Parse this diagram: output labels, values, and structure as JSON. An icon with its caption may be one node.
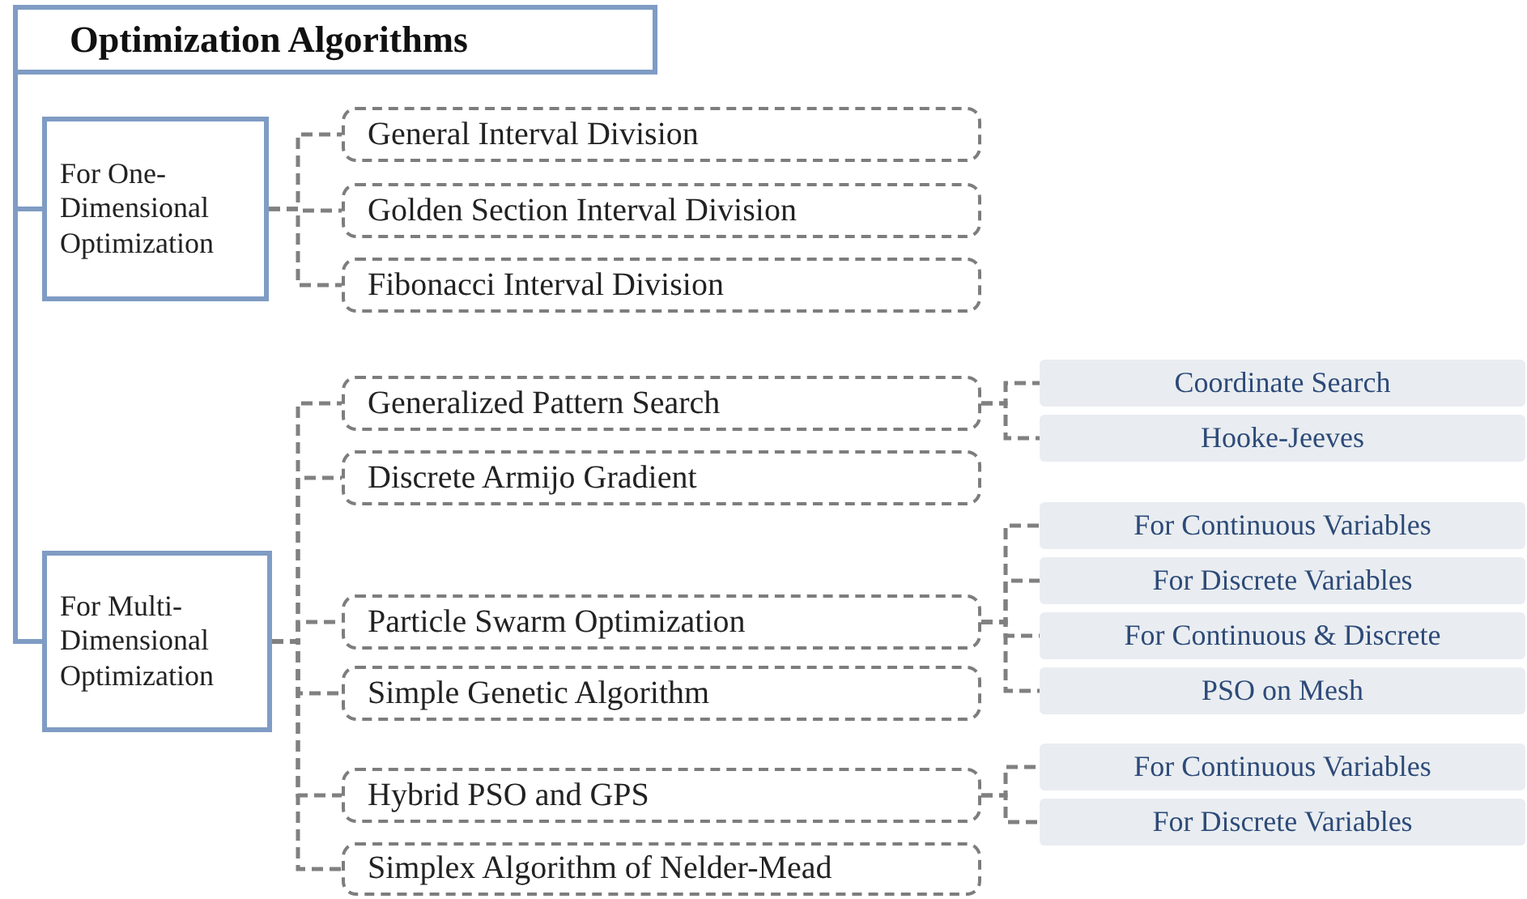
{
  "diagram": {
    "nodes": [
      {
        "text": [
          "Optimization Algorithms"
        ]
      },
      {
        "text": [
          "For One-Dimensional Optimization"
        ]
      },
      {
        "text": [
          "General Interval Division"
        ]
      },
      {
        "text": [
          "Golden Section Interval Division"
        ]
      },
      {
        "text": [
          "Fibonacci Interval Division"
        ]
      },
      {
        "text": [
          "For Multi-Dimensional Optimization"
        ]
      },
      {
        "text": [
          "Generalized Pattern Search"
        ]
      },
      {
        "text": [
          "Coordinate Search"
        ]
      },
      {
        "text": [
          "Hooke-Jeeves"
        ]
      },
      {
        "text": [
          "Discrete Armijo Gradient"
        ]
      },
      {
        "text": [
          "Particle Swarm Optimization"
        ]
      },
      {
        "text": [
          "For Continuous Variables"
        ]
      },
      {
        "text": [
          "For Discrete Variables"
        ]
      },
      {
        "text": [
          "For Continuous & Discrete"
        ]
      },
      {
        "text": [
          "PSO on Mesh"
        ]
      },
      {
        "text": [
          "Simple Genetic Algorithm"
        ]
      },
      {
        "text": [
          "Hybrid PSO and GPS"
        ]
      },
      {
        "text": [
          "For Continuous Variables"
        ]
      },
      {
        "text": [
          "For Discrete Variables"
        ]
      },
      {
        "text": [
          "Simplex Algorithm of Nelder-Mead"
        ]
      }
    ],
    "edges": [
      {
        "from": 0,
        "to": 1,
        "arrow": "none",
        "color": "#7f9cc4"
      },
      {
        "from": 0,
        "to": 5,
        "arrow": "none",
        "color": "#7f9cc4"
      },
      {
        "from": 1,
        "to": 2,
        "arrow": "none",
        "style": "dashed"
      },
      {
        "from": 1,
        "to": 3,
        "arrow": "none",
        "style": "dashed"
      },
      {
        "from": 1,
        "to": 4,
        "arrow": "none",
        "style": "dashed"
      },
      {
        "from": 5,
        "to": 6,
        "arrow": "none",
        "style": "dashed"
      },
      {
        "from": 5,
        "to": 9,
        "arrow": "none",
        "style": "dashed"
      },
      {
        "from": 5,
        "to": 10,
        "arrow": "none",
        "style": "dashed"
      },
      {
        "from": 5,
        "to": 15,
        "arrow": "none",
        "style": "dashed"
      },
      {
        "from": 5,
        "to": 16,
        "arrow": "none",
        "style": "dashed"
      },
      {
        "from": 5,
        "to": 19,
        "arrow": "none",
        "style": "dashed"
      },
      {
        "from": 6,
        "to": 7,
        "arrow": "none",
        "style": "dashed"
      },
      {
        "from": 6,
        "to": 8,
        "arrow": "none",
        "style": "dashed"
      },
      {
        "from": 10,
        "to": 11,
        "arrow": "none",
        "style": "dashed"
      },
      {
        "from": 10,
        "to": 12,
        "arrow": "none",
        "style": "dashed"
      },
      {
        "from": 10,
        "to": 13,
        "arrow": "none",
        "style": "dashed"
      },
      {
        "from": 10,
        "to": 14,
        "arrow": "none",
        "style": "dashed"
      },
      {
        "from": 16,
        "to": 17,
        "arrow": "none",
        "style": "dashed"
      },
      {
        "from": 16,
        "to": 18,
        "arrow": "none",
        "style": "dashed"
      }
    ]
  }
}
